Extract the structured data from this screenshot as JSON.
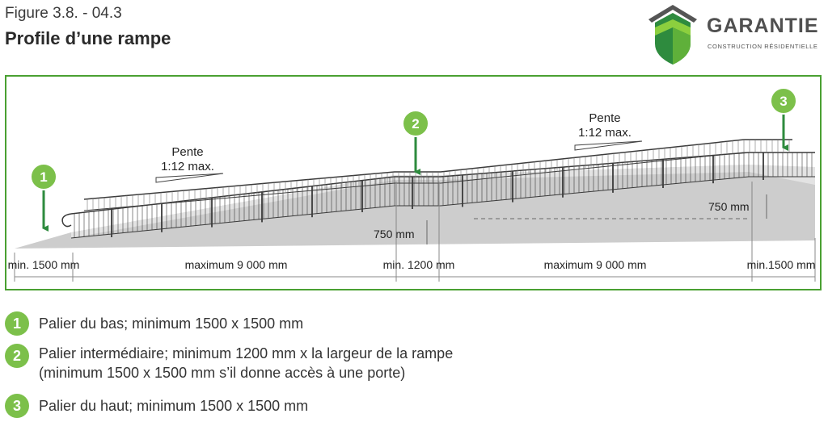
{
  "header": {
    "figure_number": "Figure 3.8. - 04.3",
    "title": "Profile d’une rampe"
  },
  "logo": {
    "name": "GARANTIE",
    "subtitle": "CONSTRUCTION RÉSIDENTIELLE",
    "icon": "house-shield-icon"
  },
  "diagram": {
    "markers": [
      "1",
      "2",
      "3"
    ],
    "slope_labels": [
      {
        "line1": "Pente",
        "line2": "1:12 max."
      },
      {
        "line1": "Pente",
        "line2": "1:12 max."
      }
    ],
    "heights": [
      "750 mm",
      "750 mm"
    ],
    "dimensions": [
      "min. 1500 mm",
      "maximum 9 000 mm",
      "min. 1200 mm",
      "maximum 9 000 mm",
      "min.1500 mm"
    ]
  },
  "legend": [
    {
      "number": "1",
      "lines": [
        "Palier du bas; minimum 1500 x 1500 mm"
      ]
    },
    {
      "number": "2",
      "lines": [
        "Palier intermédiaire; minimum 1200 mm x la largeur de la rampe",
        "(minimum 1500 x 1500 mm s’il donne accès à une porte)"
      ]
    },
    {
      "number": "3",
      "lines": [
        "Palier du haut; minimum 1500 x 1500 mm"
      ]
    }
  ],
  "colors": {
    "accent_green": "#7cc04a",
    "arrow_green": "#2e8b3e",
    "frame_green": "#4aa032",
    "ramp_gray": "#c8c8c8",
    "rail_dark": "#3a3a3a"
  }
}
